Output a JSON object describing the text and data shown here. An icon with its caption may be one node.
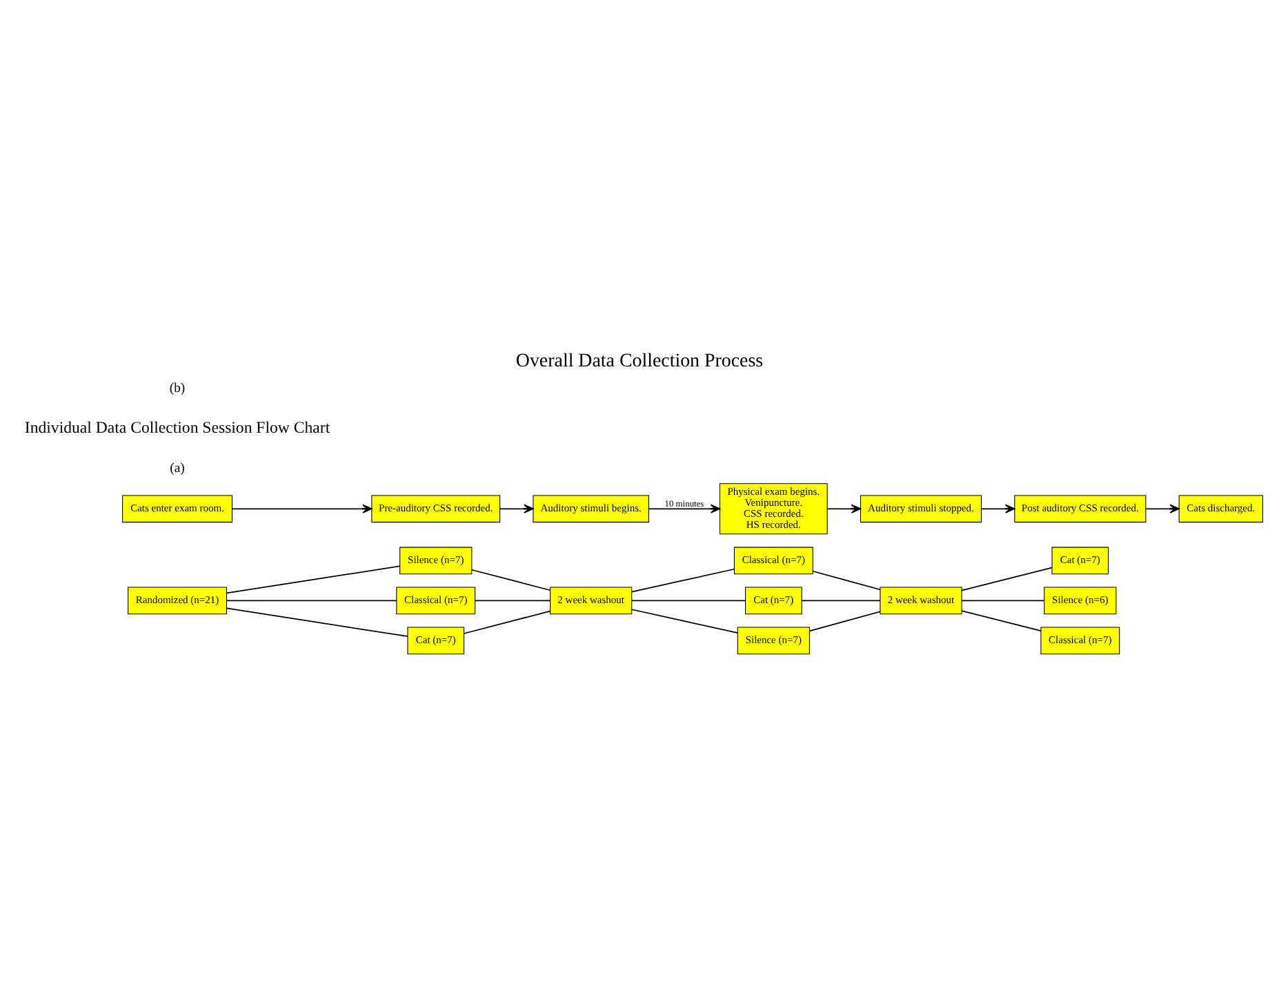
{
  "diagram": {
    "title": "Overall Data Collection Process",
    "nodes": [
      {
        "text": [
          "Randomized (n=21)"
        ]
      },
      {
        "text": [
          "Silence (n=7)"
        ]
      },
      {
        "text": [
          "Classical (n=7)"
        ]
      },
      {
        "text": [
          "Cat (n=7)"
        ]
      },
      {
        "text": [
          "2 week washout"
        ]
      },
      {
        "text": [
          "Classical (n=7)"
        ]
      },
      {
        "text": [
          "Cat (n=7)"
        ]
      },
      {
        "text": [
          "Silence (n=7)"
        ]
      },
      {
        "text": [
          "2 week washout"
        ]
      },
      {
        "text": [
          "Cat (n=7)"
        ]
      },
      {
        "text": [
          "Silence (n=6)"
        ]
      },
      {
        "text": [
          "Classical (n=7)"
        ]
      },
      {
        "text": [
          "Cats enter exam room."
        ]
      },
      {
        "text": [
          "Pre-auditory CSS recorded."
        ]
      },
      {
        "text": [
          "Auditory stimuli begins."
        ]
      },
      {
        "text": [
          "Physical exam begins.",
          "Venipuncture.",
          "CSS recorded.",
          "HS recorded."
        ]
      },
      {
        "text": [
          "Auditory stimuli stopped."
        ]
      },
      {
        "text": [
          "Post auditory CSS recorded."
        ]
      },
      {
        "text": [
          "Cats discharged."
        ]
      }
    ],
    "edges": [
      {
        "from": 0,
        "to": 1,
        "arrow": "none"
      },
      {
        "from": 0,
        "to": 2,
        "arrow": "none"
      },
      {
        "from": 0,
        "to": 3,
        "arrow": "none"
      },
      {
        "from": 1,
        "to": 4,
        "arrow": "none"
      },
      {
        "from": 2,
        "to": 4,
        "arrow": "none"
      },
      {
        "from": 3,
        "to": 4,
        "arrow": "none"
      },
      {
        "from": 4,
        "to": 5,
        "arrow": "none"
      },
      {
        "from": 4,
        "to": 6,
        "arrow": "none"
      },
      {
        "from": 4,
        "to": 7,
        "arrow": "none"
      },
      {
        "from": 5,
        "to": 8,
        "arrow": "none"
      },
      {
        "from": 6,
        "to": 8,
        "arrow": "none"
      },
      {
        "from": 7,
        "to": 8,
        "arrow": "none"
      },
      {
        "from": 8,
        "to": 9,
        "arrow": "none"
      },
      {
        "from": 8,
        "to": 10,
        "arrow": "none"
      },
      {
        "from": 8,
        "to": 11,
        "arrow": "none"
      },
      {
        "from": 12,
        "to": 13,
        "arrow": "to"
      },
      {
        "from": 13,
        "to": 14,
        "arrow": "to"
      },
      {
        "from": 14,
        "to": 15,
        "arrow": "to",
        "label": "10 minutes"
      },
      {
        "from": 15,
        "to": 16,
        "arrow": "to"
      },
      {
        "from": 16,
        "to": 17,
        "arrow": "to"
      },
      {
        "from": 17,
        "to": 18,
        "arrow": "to"
      }
    ],
    "labels": [
      "(a)",
      "Individual Data Collection Session Flow Chart",
      "(b)"
    ]
  }
}
